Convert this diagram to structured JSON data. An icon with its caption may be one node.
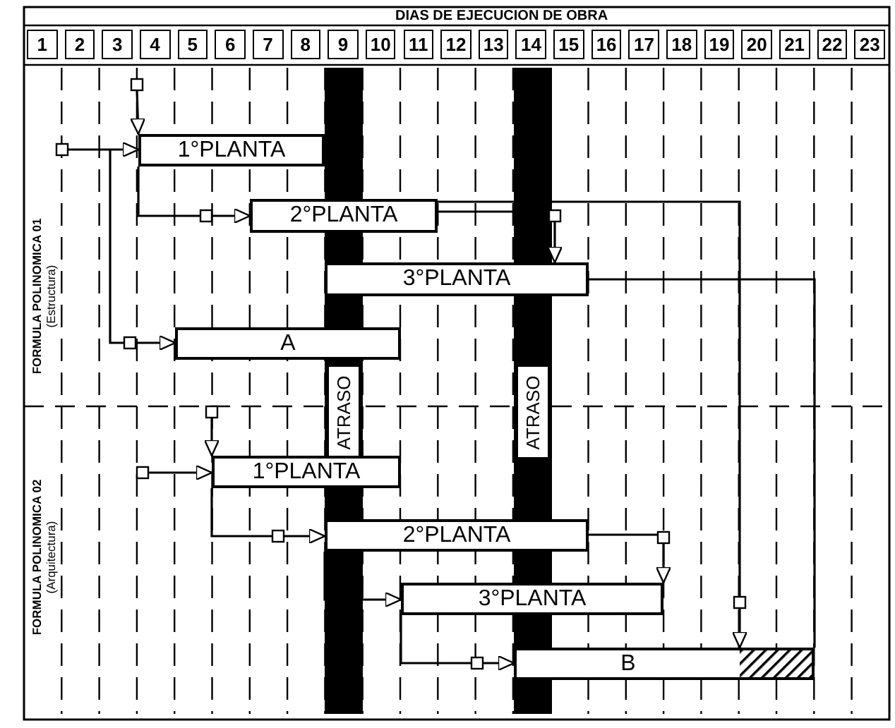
{
  "diagram": {
    "title": "DIAS DE EJECUCION DE OBRA",
    "nodes": [
      {
        "text": [
          "1°PLANTA"
        ]
      },
      {
        "text": [
          "2°PLANTA"
        ]
      },
      {
        "text": [
          "3°PLANTA"
        ]
      },
      {
        "text": [
          "A"
        ]
      },
      {
        "text": [
          "1°PLANTA"
        ]
      },
      {
        "text": [
          "2°PLANTA"
        ]
      },
      {
        "text": [
          "3°PLANTA"
        ]
      },
      {
        "text": [
          "B"
        ]
      },
      {
        "text": [
          "ATRASO"
        ]
      },
      {
        "text": [
          "ATRASO"
        ]
      }
    ],
    "edges": [
      {
        "from": null,
        "to": 0,
        "arrow": "to"
      },
      {
        "from": null,
        "to": 0,
        "arrow": "to"
      },
      {
        "from": null,
        "to": 3,
        "arrow": "to"
      },
      {
        "from": 0,
        "to": 1,
        "arrow": "to"
      },
      {
        "from": 1,
        "to": 2,
        "arrow": "to"
      },
      {
        "from": 1,
        "to": 7,
        "arrow": "to"
      },
      {
        "from": 2,
        "to": 7,
        "arrow": "none"
      },
      {
        "from": null,
        "to": 4,
        "arrow": "to"
      },
      {
        "from": null,
        "to": 4,
        "arrow": "to"
      },
      {
        "from": 4,
        "to": 5,
        "arrow": "to"
      },
      {
        "from": 5,
        "to": 6,
        "arrow": "to"
      },
      {
        "from": 5,
        "to": 6,
        "arrow": "to"
      },
      {
        "from": 6,
        "to": 7,
        "arrow": "to"
      }
    ],
    "labels": [
      "1",
      "2",
      "3",
      "4",
      "5",
      "6",
      "7",
      "8",
      "9",
      "10",
      "11",
      "12",
      "13",
      "14",
      "15",
      "16",
      "17",
      "18",
      "19",
      "20",
      "21",
      "22",
      "23",
      "FORMULA POLINOMICA 01",
      "(Estructura)",
      "FORMULA POLINOMICA 02",
      "(Arquitectura)"
    ]
  }
}
